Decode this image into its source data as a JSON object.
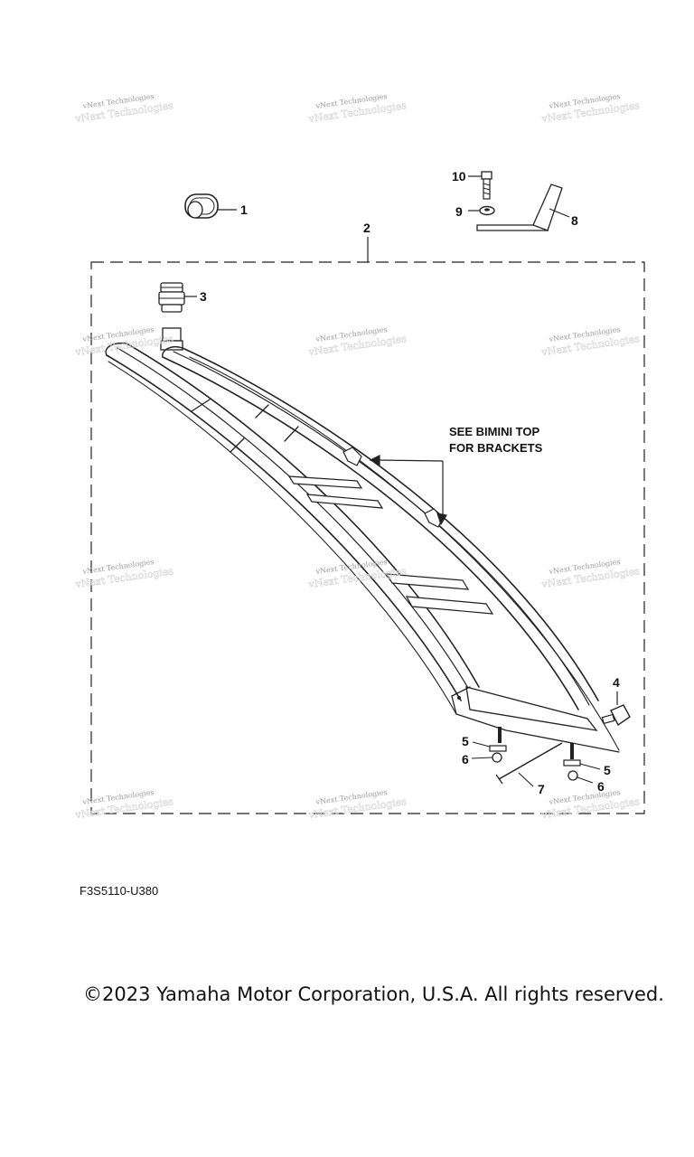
{
  "diagram": {
    "callouts": {
      "c1": "1",
      "c2": "2",
      "c3": "3",
      "c4": "4",
      "c5a": "5",
      "c5b": "5",
      "c6a": "6",
      "c6b": "6",
      "c7": "7",
      "c8": "8",
      "c9": "9",
      "c10": "10"
    },
    "note_line1": "SEE BIMINI TOP",
    "note_line2": "FOR BRACKETS",
    "watermark_text": "vNext Technologies",
    "diagram_code": "F3S5110-U380"
  },
  "footer": {
    "copyright": "©2023 Yamaha Motor Corporation, U.S.A. All rights reserved."
  }
}
